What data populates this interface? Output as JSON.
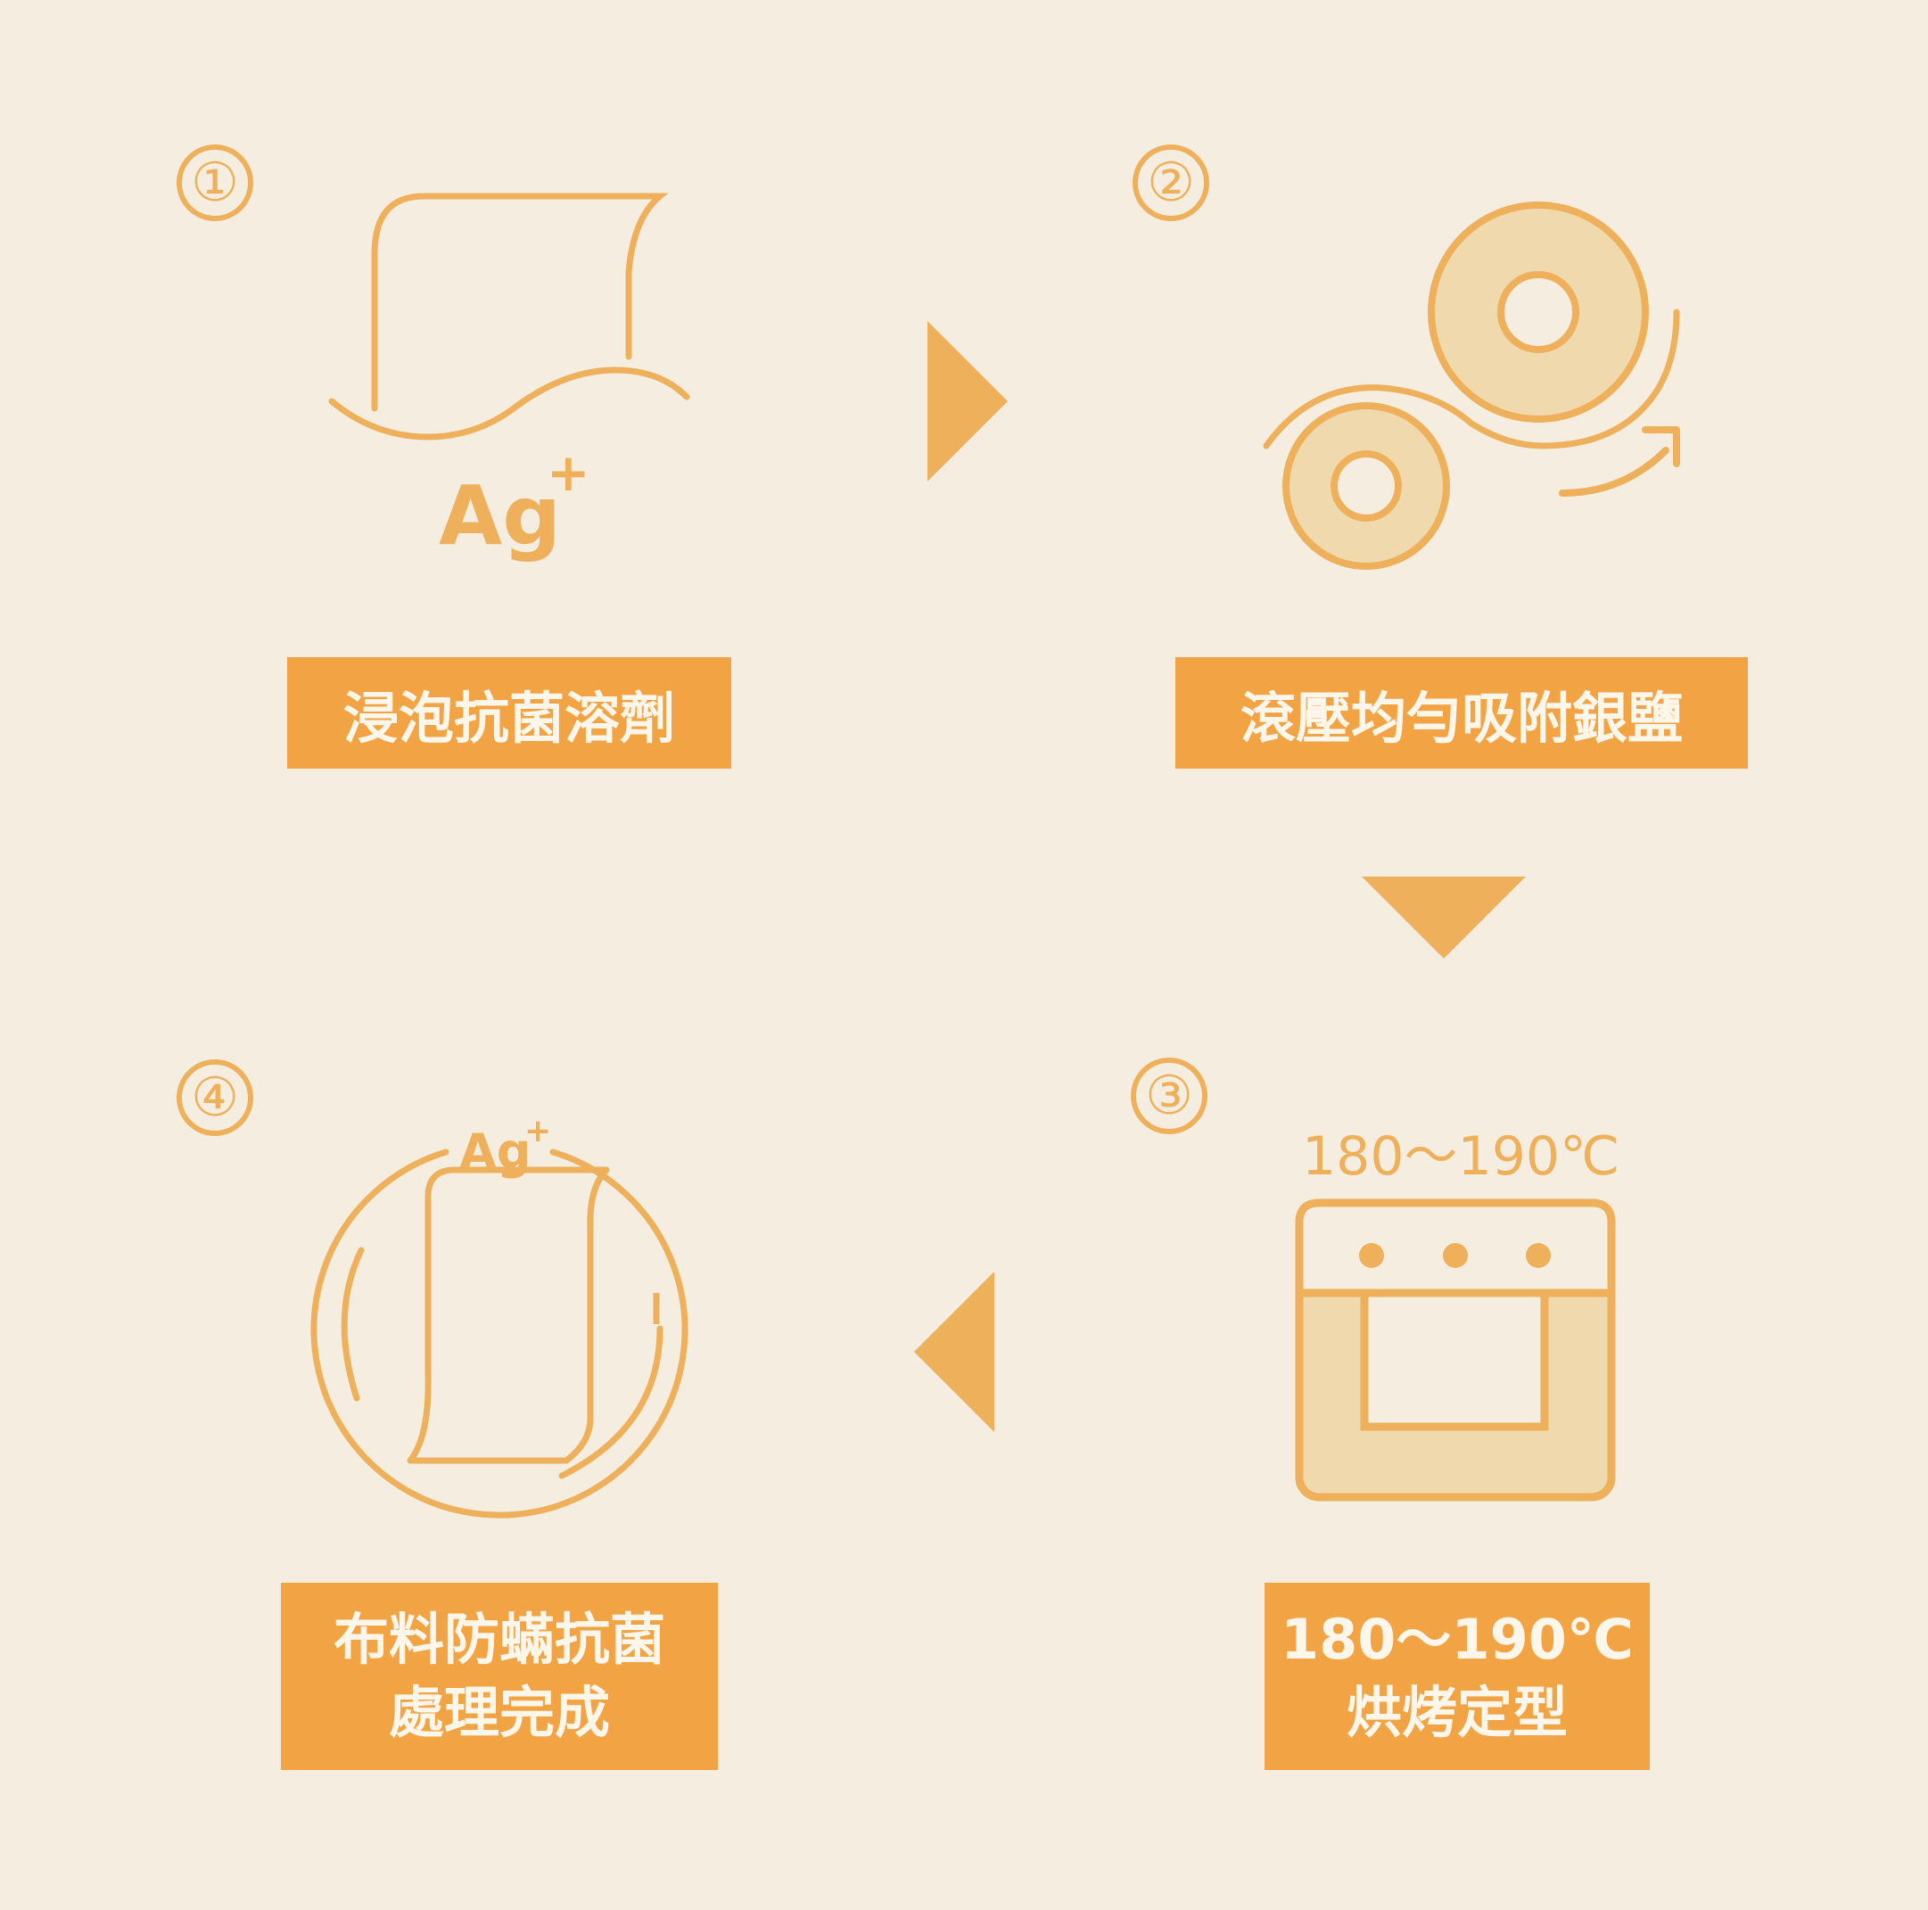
{
  "steps": [
    {
      "number": "①",
      "label": "浸泡抗菌溶劑",
      "icon": "fabric-soak-icon",
      "ion": "Ag",
      "ion_sup": "+"
    },
    {
      "number": "②",
      "label": "滾壓均勻吸附銀鹽",
      "icon": "rollers-icon"
    },
    {
      "number": "③",
      "label_line1": "180～190℃",
      "label_line2": "烘烤定型",
      "icon": "oven-icon",
      "temperature": "180～190℃"
    },
    {
      "number": "④",
      "label_line1": "布料防蟎抗菌",
      "label_line2": "處理完成",
      "icon": "treated-fabric-icon",
      "ion": "Ag",
      "ion_sup": "+"
    }
  ],
  "colors": {
    "background": "#f4ede0",
    "accent": "#eeb05a",
    "label_bg": "#f2a444",
    "fill_light": "#f0d9ac"
  }
}
